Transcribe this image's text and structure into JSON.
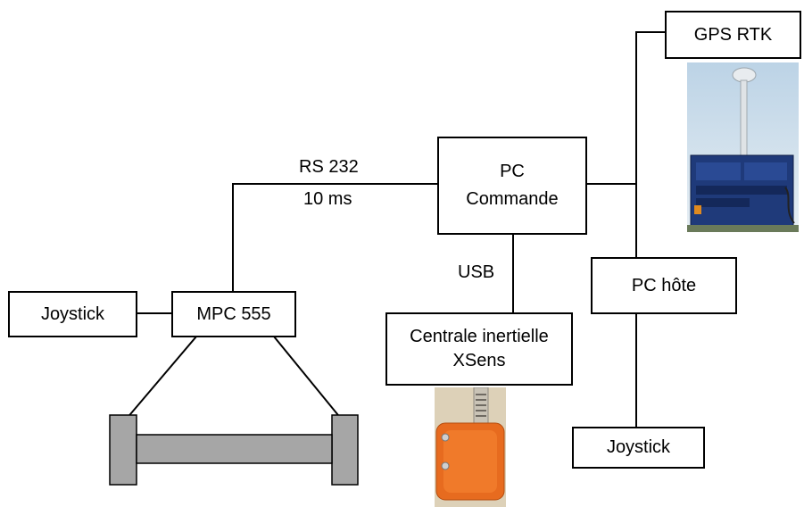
{
  "nodes": {
    "gps_rtk": "GPS RTK",
    "pc_commande_line1": "PC",
    "pc_commande_line2": "Commande",
    "pc_hote": "PC hôte",
    "mpc": "MPC 555",
    "joystick_left": "Joystick",
    "joystick_right": "Joystick",
    "centrale_line1": "Centrale inertielle",
    "centrale_line2": "XSens"
  },
  "links": {
    "rs232_line1": "RS 232",
    "rs232_line2": "10 ms",
    "usb": "USB"
  },
  "images": {
    "gps_photo": "gps-receiver-photo",
    "xsens_photo": "xsens-sensor-photo",
    "vehicle": "vehicle-chassis"
  }
}
